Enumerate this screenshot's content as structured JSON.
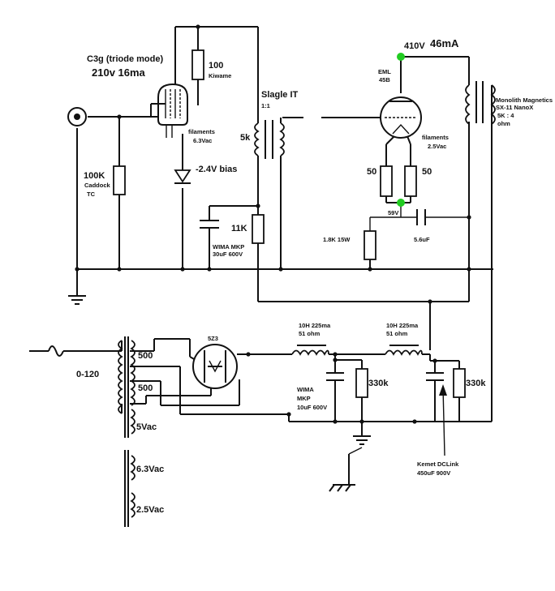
{
  "title_tube1_line1": "C3g (triode mode)",
  "title_tube1_line2": "210v 16ma",
  "r100": "100",
  "r100_brand": "Kiwame",
  "fil1_line1": "filaments",
  "fil1_line2": "6.3Vac",
  "bias": "-2.4V bias",
  "r100k": "100K",
  "r100k_brand1": "Caddock",
  "r100k_brand2": "TC",
  "slagle_line1": "Slagle IT",
  "slagle_line2": "1:1",
  "r5k": "5k",
  "r11k": "11K",
  "cap30_line1": "WIMA MKP",
  "cap30_line2": "30uF 600V",
  "v410": "410V",
  "ma46": "46mA",
  "eml_line1": "EML",
  "eml_line2": "45B",
  "fil2_line1": "filaments",
  "fil2_line2": "2.5Vac",
  "r50a": "50",
  "r50b": "50",
  "v59": "59V",
  "r18k": "1.8K 15W",
  "c56": "5.6uF",
  "ot_line1": "Monolith Magnetics",
  "ot_line2": "SX-11 NanoX",
  "ot_line3": "5K : 4",
  "ot_line4": "ohm",
  "rect": "5Z3",
  "v0120": "0-120",
  "s500a": "500",
  "s500b": "500",
  "s5vac": "5Vac",
  "s63vac": "6.3Vac",
  "s25vac": "2.5Vac",
  "choke1_line1": "10H 225ma",
  "choke1_line2": "51 ohm",
  "choke2_line1": "10H 225ma",
  "choke2_line2": "51 ohm",
  "r330a": "330k",
  "r330b": "330k",
  "c10_line1": "WIMA",
  "c10_line2": "MKP",
  "c10_line3": "10uF 600V",
  "kemet_line1": "Kemet DCLink",
  "kemet_line2": "450uF 900V",
  "colors": {
    "wire": "#111111",
    "node_highlight": "#22cc22",
    "background": "#ffffff"
  }
}
